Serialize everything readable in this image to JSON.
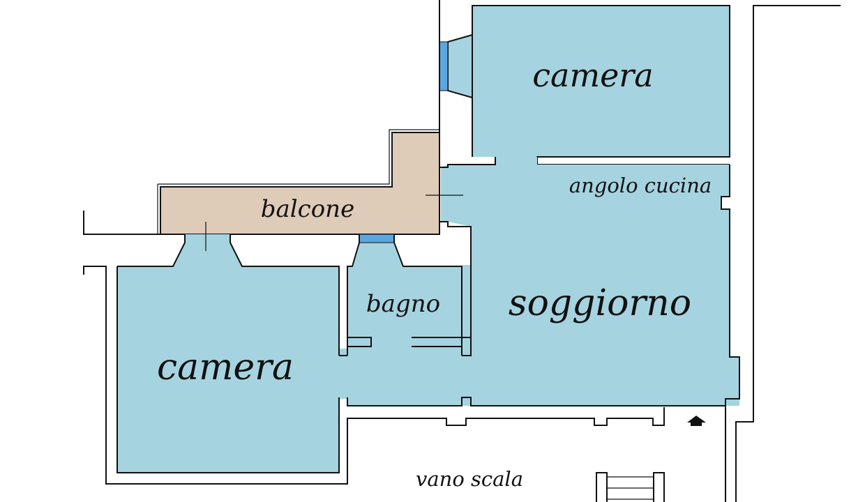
{
  "rooms": {
    "camera_top": "camera",
    "angolo_cucina": "angolo cucina",
    "balcone": "balcone",
    "bagno": "bagno",
    "soggiorno": "soggiorno",
    "camera_bottom": "camera",
    "vano_scala": "vano scala"
  },
  "colors": {
    "room_fill": "#a6d3e0",
    "balcony_fill": "#decbb8",
    "window_fill": "#5aa7e0",
    "wall": "#111111"
  },
  "icons": [
    "entrance-arrow-icon",
    "stair-steps-icon"
  ]
}
